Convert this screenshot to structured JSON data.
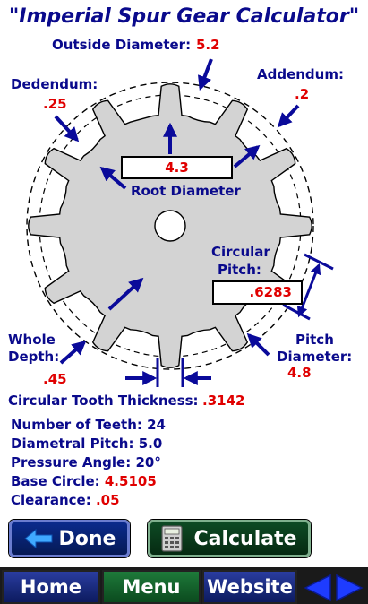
{
  "title": "\"Imperial Spur Gear Calculator\"",
  "labels": {
    "outside_diameter": "Outside Diameter:",
    "addendum": "Addendum:",
    "dedendum": "Dedendum:",
    "root_diameter": "Root Diameter",
    "circular_pitch_1": "Circular",
    "circular_pitch_2": "Pitch:",
    "whole_depth_1": "Whole",
    "whole_depth_2": "Depth:",
    "pitch_diameter_1": "Pitch",
    "pitch_diameter_2": "Diameter:",
    "circular_tooth_thickness": "Circular Tooth Thickness:"
  },
  "values": {
    "outside_diameter": "5.2",
    "addendum": ".2",
    "dedendum": ".25",
    "root_diameter": "4.3",
    "circular_pitch": ".6283",
    "whole_depth": ".45",
    "pitch_diameter": "4.8",
    "circular_tooth_thickness": ".3142"
  },
  "info": {
    "teeth_label": "Number of Teeth:",
    "teeth_value": "24",
    "dp_label": "Diametral Pitch:",
    "dp_value": "5.0",
    "pa_label": "Pressure Angle:",
    "pa_value": "20°",
    "base_label": "Base Circle:",
    "base_value": "4.5105",
    "clear_label": "Clearance:",
    "clear_value": ".05"
  },
  "buttons": {
    "done": "Done",
    "calculate": "Calculate"
  },
  "nav": {
    "home": "Home",
    "menu": "Menu",
    "website": "Website"
  },
  "colors": {
    "label_blue": "#0a0a8c",
    "value_red": "#e00000",
    "gear_gray": "#d3d3d3",
    "arrow_blue": "#0a0a9a"
  }
}
